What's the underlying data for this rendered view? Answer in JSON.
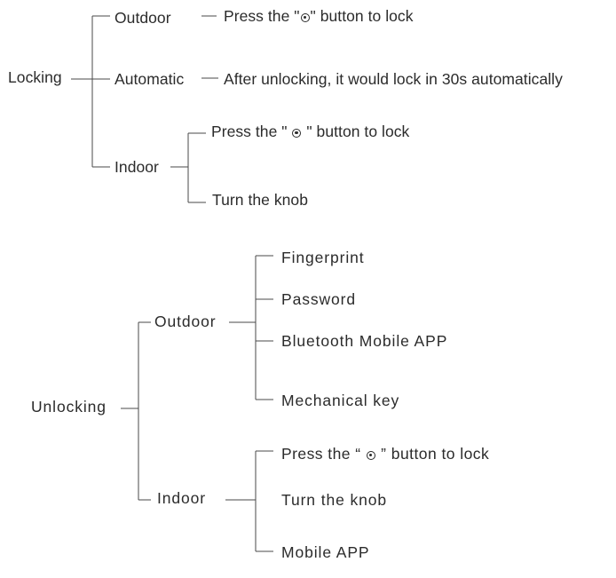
{
  "lock_icon_name": "lock-button-icon",
  "locking": {
    "title": "Locking",
    "outdoor": {
      "label": "Outdoor",
      "text_pre": "Press the \"",
      "text_post": "\" button to lock"
    },
    "automatic": {
      "label": "Automatic",
      "text": "After unlocking, it would lock in 30s automatically"
    },
    "indoor": {
      "label": "Indoor",
      "option1_pre": "Press the \" ",
      "option1_post": " \" button to lock",
      "option2": "Turn the knob"
    }
  },
  "unlocking": {
    "title": "Unlocking",
    "outdoor": {
      "label": "Outdoor",
      "options": [
        "Fingerprint",
        "Password",
        "Bluetooth Mobile APP",
        "Mechanical key"
      ]
    },
    "indoor": {
      "label": "Indoor",
      "option1_pre": "Press the “ ",
      "option1_post": " ” button  to lock",
      "option2": "Turn the knob",
      "option3": "Mobile APP"
    }
  }
}
